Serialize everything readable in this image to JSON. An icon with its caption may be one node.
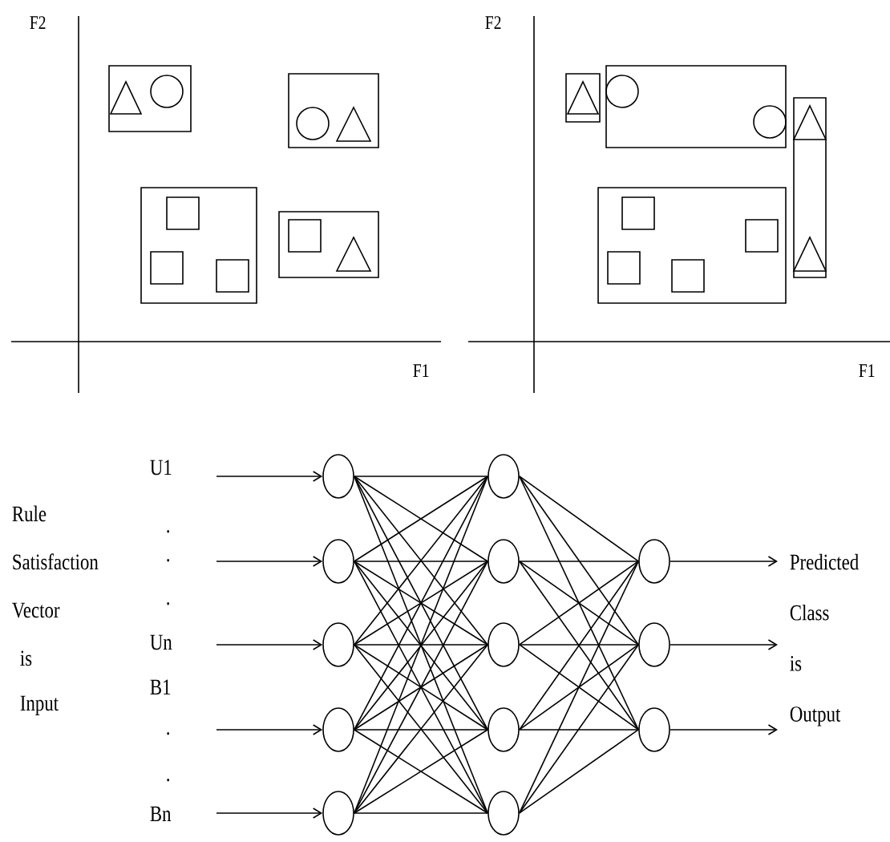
{
  "diagram": {
    "nodes": [
      {
        "text": [],
        "shape": "circle"
      },
      {
        "text": [],
        "shape": "circle"
      },
      {
        "text": [],
        "shape": "circle"
      },
      {
        "text": [],
        "shape": "circle"
      },
      {
        "text": [],
        "shape": "circle"
      },
      {
        "text": [],
        "shape": "circle"
      },
      {
        "text": [],
        "shape": "circle"
      },
      {
        "text": [],
        "shape": "circle"
      },
      {
        "text": [],
        "shape": "circle"
      },
      {
        "text": [],
        "shape": "circle"
      },
      {
        "text": [],
        "shape": "circle"
      },
      {
        "text": [],
        "shape": "circle"
      },
      {
        "text": [],
        "shape": "circle"
      },
      {
        "text": [
          "Predicted Class is Output"
        ]
      }
    ],
    "edges": [
      {
        "from": null,
        "to": 0,
        "arrow": "to"
      },
      {
        "from": null,
        "to": 1,
        "arrow": "to"
      },
      {
        "from": null,
        "to": 2,
        "arrow": "to"
      },
      {
        "from": null,
        "to": 3,
        "arrow": "to"
      },
      {
        "from": null,
        "to": 4,
        "arrow": "to"
      },
      {
        "from": 0,
        "to": 5,
        "arrow": "none"
      },
      {
        "from": 0,
        "to": 6,
        "arrow": "none"
      },
      {
        "from": 0,
        "to": 7,
        "arrow": "none"
      },
      {
        "from": 0,
        "to": 8,
        "arrow": "none"
      },
      {
        "from": 0,
        "to": 9,
        "arrow": "none"
      },
      {
        "from": 1,
        "to": 5,
        "arrow": "none"
      },
      {
        "from": 1,
        "to": 6,
        "arrow": "none"
      },
      {
        "from": 1,
        "to": 7,
        "arrow": "none"
      },
      {
        "from": 1,
        "to": 8,
        "arrow": "none"
      },
      {
        "from": 1,
        "to": 9,
        "arrow": "none"
      },
      {
        "from": 2,
        "to": 5,
        "arrow": "none"
      },
      {
        "from": 2,
        "to": 6,
        "arrow": "none"
      },
      {
        "from": 2,
        "to": 7,
        "arrow": "none"
      },
      {
        "from": 2,
        "to": 8,
        "arrow": "none"
      },
      {
        "from": 2,
        "to": 9,
        "arrow": "none"
      },
      {
        "from": 3,
        "to": 5,
        "arrow": "none"
      },
      {
        "from": 3,
        "to": 6,
        "arrow": "none"
      },
      {
        "from": 3,
        "to": 7,
        "arrow": "none"
      },
      {
        "from": 3,
        "to": 8,
        "arrow": "none"
      },
      {
        "from": 3,
        "to": 9,
        "arrow": "none"
      },
      {
        "from": 4,
        "to": 5,
        "arrow": "none"
      },
      {
        "from": 4,
        "to": 6,
        "arrow": "none"
      },
      {
        "from": 4,
        "to": 7,
        "arrow": "none"
      },
      {
        "from": 4,
        "to": 8,
        "arrow": "none"
      },
      {
        "from": 4,
        "to": 9,
        "arrow": "none"
      },
      {
        "from": 5,
        "to": 10,
        "arrow": "none"
      },
      {
        "from": 5,
        "to": 11,
        "arrow": "none"
      },
      {
        "from": 5,
        "to": 12,
        "arrow": "none"
      },
      {
        "from": 6,
        "to": 10,
        "arrow": "none"
      },
      {
        "from": 6,
        "to": 11,
        "arrow": "none"
      },
      {
        "from": 6,
        "to": 12,
        "arrow": "none"
      },
      {
        "from": 7,
        "to": 10,
        "arrow": "none"
      },
      {
        "from": 7,
        "to": 11,
        "arrow": "none"
      },
      {
        "from": 7,
        "to": 12,
        "arrow": "none"
      },
      {
        "from": 8,
        "to": 10,
        "arrow": "none"
      },
      {
        "from": 8,
        "to": 11,
        "arrow": "none"
      },
      {
        "from": 8,
        "to": 12,
        "arrow": "none"
      },
      {
        "from": 9,
        "to": 10,
        "arrow": "none"
      },
      {
        "from": 9,
        "to": 11,
        "arrow": "none"
      },
      {
        "from": 9,
        "to": 12,
        "arrow": "none"
      },
      {
        "from": 10,
        "to": 13,
        "arrow": "to"
      },
      {
        "from": 11,
        "to": 13,
        "arrow": "to"
      },
      {
        "from": 12,
        "to": 13,
        "arrow": "to"
      }
    ],
    "labels": [
      "F2",
      "F1",
      "F2",
      "F1",
      "Rule",
      "Satisfaction",
      "Vector",
      "is",
      "Input",
      "U1",
      ".",
      ".",
      ".",
      "Un",
      "B1",
      ".",
      ".",
      "Bn"
    ]
  }
}
